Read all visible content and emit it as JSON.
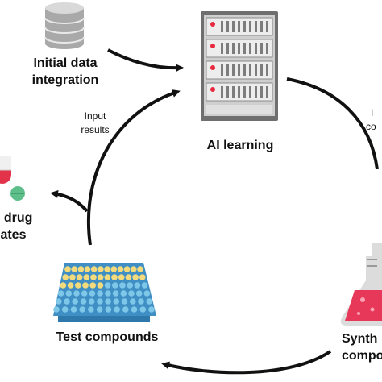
{
  "diagram": {
    "nodes": {
      "data": {
        "line1": "Initial data",
        "line2": "integration",
        "icon": "database-icon"
      },
      "ai": {
        "label": "AI learning",
        "icon": "server-rack-icon"
      },
      "synth": {
        "line1": "Synth",
        "line2": "compo",
        "icon": "flask-icon"
      },
      "test": {
        "label": "Test compounds",
        "icon": "well-plate-icon"
      },
      "drug": {
        "line1": "l drug",
        "line2": "lates",
        "icon": "pills-icon"
      }
    },
    "edges": {
      "input": {
        "line1": "Input",
        "line2": "results"
      },
      "to_synth": {
        "line1": "I",
        "line2": "co"
      }
    },
    "colors": {
      "arrow": "#111111",
      "db": "#c4c4c4",
      "db_dark": "#8e8e8e",
      "server_body": "#e3e3e3",
      "server_dot": "#e8283d",
      "plate_yellow": "#f3da7c",
      "plate_blue": "#7fc7e8",
      "plate_base": "#4aa4d4",
      "flask_liquid": "#e8385a",
      "pill_red": "#e3334a",
      "pill_green": "#5fbf8a"
    }
  }
}
